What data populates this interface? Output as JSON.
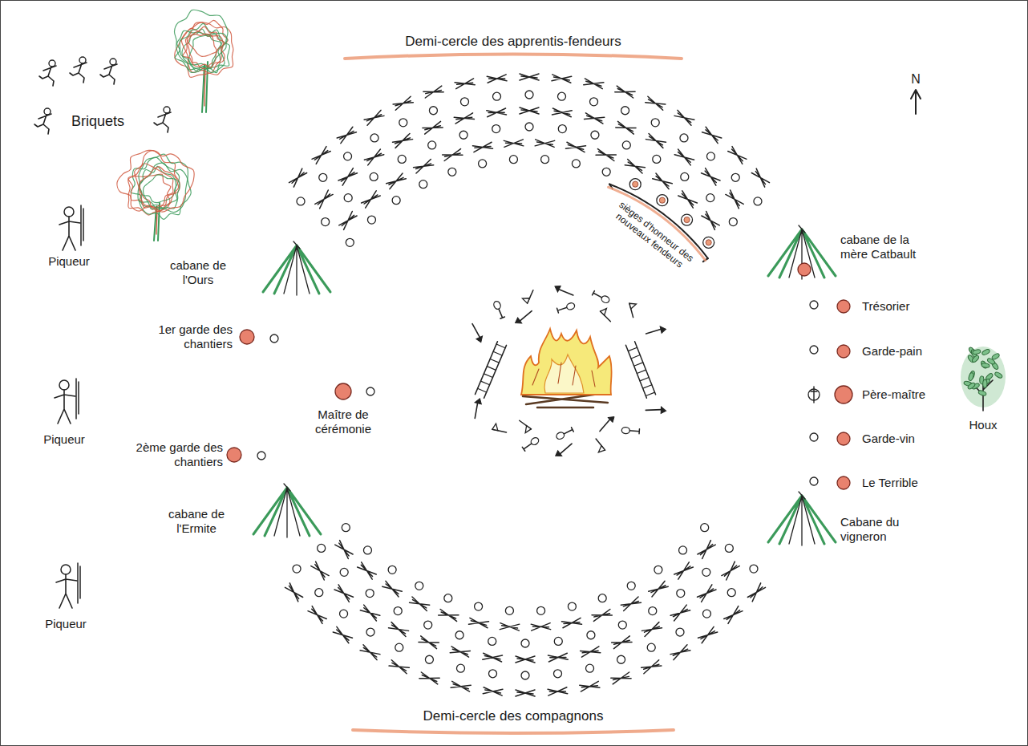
{
  "diagram": {
    "labels": [
      "Demi-cercle des apprentis-fendeurs",
      "N",
      "Briquets",
      "Piqueur",
      "cabane de l'Ours",
      "cabane de la mère Catbault",
      "sièges d'honneur des nouveaux fendeurs",
      "Trésorier",
      "1er garde des chantiers",
      "Garde-pain",
      "Maître de cérémonie",
      "Piqueur",
      "Père-maître",
      "Houx",
      "2ème garde des chantiers",
      "Garde-vin",
      "Le Terrible",
      "cabane de l'Ermite",
      "Cabane du vigneron",
      "Piqueur",
      "Demi-cercle des compagnons"
    ]
  }
}
